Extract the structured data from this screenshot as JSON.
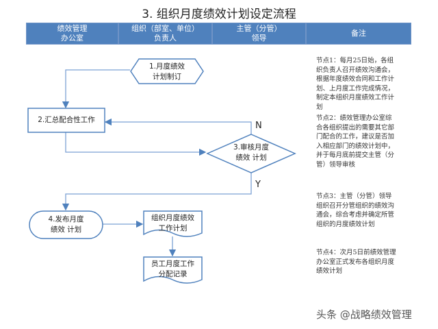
{
  "title": "3. 组织月度绩效计划设定流程",
  "header": [
    {
      "line1": "绩效管理",
      "line2": "办公室"
    },
    {
      "line1": "组织（部室、单位）",
      "line2": "负责人"
    },
    {
      "line1": "主管（分管）",
      "line2": "领导"
    },
    {
      "line1": "备注",
      "line2": ""
    }
  ],
  "nodes": {
    "n1": {
      "line1": "1.月度绩效",
      "line2": "计划制订"
    },
    "n2": {
      "line1": "2.汇总配合性工作"
    },
    "n3": {
      "line1": "3.审核月度",
      "line2": "绩效 计划"
    },
    "n4": {
      "line1": "4.发布月度",
      "line2": "绩效 计划"
    },
    "doc1": {
      "line1": "组织月度绩效",
      "line2": "工作计划"
    },
    "doc2": {
      "line1": "员工月度工作",
      "line2": "分配记录"
    }
  },
  "labels": {
    "no": "N",
    "yes": "Y"
  },
  "notes": [
    "节点1：每月25日始，各组织负责人召开绩效沟通会，根据年度绩效合同和工作计划、上月度工作完成情况，制定本组织月度绩效工作计划",
    "节点2：绩效管理办公室综合各组织提出的需要其它部门配合的工作，建议是否加入相应部门的绩效计划中，并于每月底前提交主管（分管）领导审核",
    "节点3：主管（分管）领导组织召开分管组织的绩效沟通会，综合考虑并确定所管组织的月度绩效计划",
    "节点4：次月5日前绩效管理办公室正式发布各组织月度绩效计划"
  ],
  "watermark": "头条 @战略绩效管理",
  "colors": {
    "header": "#4f81bd",
    "line": "#4f81bd",
    "text": "#222222"
  }
}
